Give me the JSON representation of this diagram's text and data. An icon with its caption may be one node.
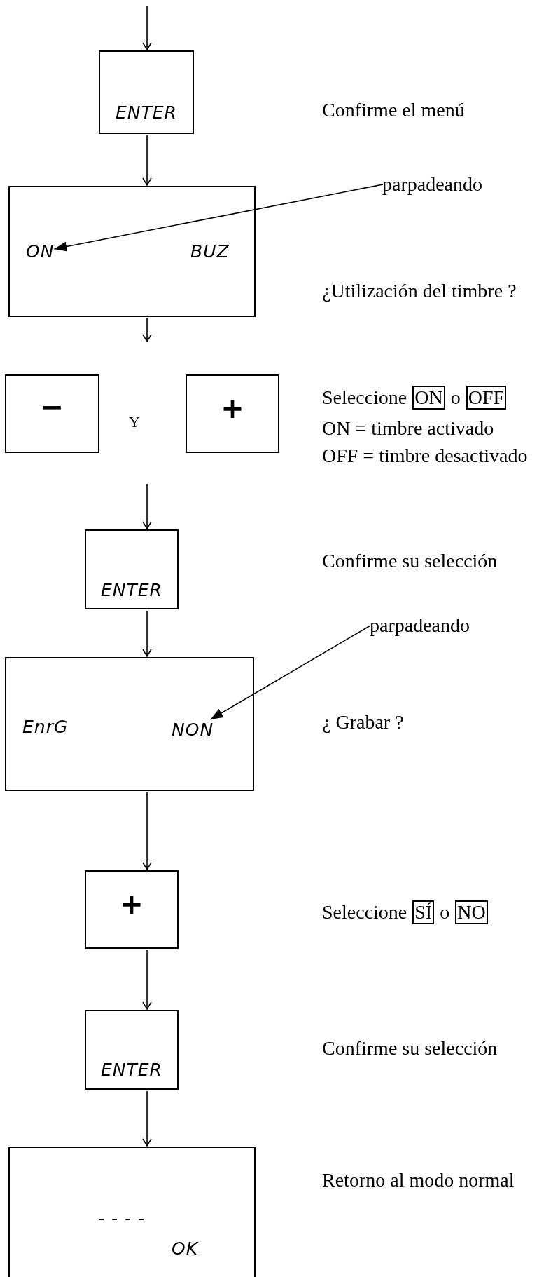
{
  "diagram": {
    "nodes": [
      {
        "text": [
          "ENTER"
        ]
      },
      {
        "text": [
          "parpadeando"
        ]
      },
      {
        "text": [
          "BUZ"
        ]
      },
      {
        "text": [
          "ON"
        ],
        "in": 2
      },
      {
        "text": [
          "−"
        ]
      },
      {
        "text": [
          "+"
        ]
      },
      {
        "text": [
          "ON"
        ]
      },
      {
        "text": [
          "OFF"
        ]
      },
      {
        "text": [
          "ENTER"
        ]
      },
      {
        "text": [
          "parpadeando"
        ]
      },
      {
        "text": [
          "EnrG"
        ]
      },
      {
        "text": [
          "NON"
        ],
        "in": 10
      },
      {
        "text": [
          "+"
        ]
      },
      {
        "text": [
          "SÍ"
        ]
      },
      {
        "text": [
          "NO"
        ]
      },
      {
        "text": [
          "ENTER"
        ]
      },
      {
        "text": [
          "- - - -",
          "OK"
        ]
      }
    ],
    "edges": [
      {
        "from": null,
        "to": 0,
        "arrow": "to"
      },
      {
        "from": 0,
        "to": 2,
        "arrow": "to"
      },
      {
        "from": 1,
        "to": 3,
        "arrow": "to"
      },
      {
        "from": 2,
        "to": null,
        "arrow": "to"
      },
      {
        "from": null,
        "to": 8,
        "arrow": "to"
      },
      {
        "from": 8,
        "to": 10,
        "arrow": "to"
      },
      {
        "from": 9,
        "to": 11,
        "arrow": "to"
      },
      {
        "from": 10,
        "to": 12,
        "arrow": "to"
      },
      {
        "from": 12,
        "to": 15,
        "arrow": "to"
      },
      {
        "from": 15,
        "to": 16,
        "arrow": "to"
      }
    ],
    "labels": [
      "Confirme el menú",
      "¿Utilización del timbre ?",
      "Y",
      "Seleccione",
      "o",
      "ON = timbre activado",
      "OFF = timbre desactivado",
      "Confirme su selección",
      "¿ Grabar ?",
      "Seleccione",
      "o",
      "Confirme su selección",
      "Retorno al modo normal"
    ]
  }
}
